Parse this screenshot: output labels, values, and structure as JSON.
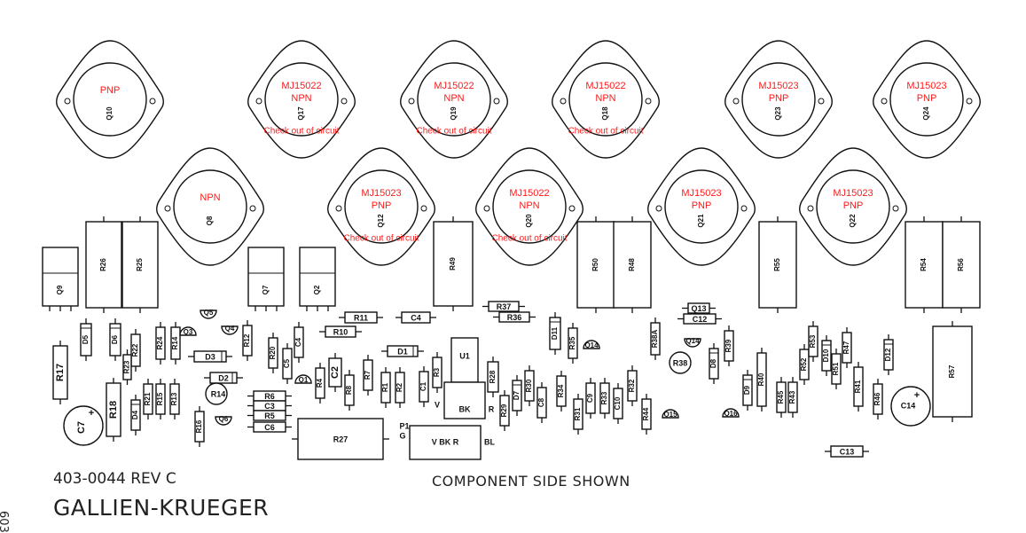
{
  "transistors": [
    {
      "ref": "Q10",
      "type": "PNP",
      "part": "",
      "note": ""
    },
    {
      "ref": "Q8",
      "type": "NPN",
      "part": "",
      "note": ""
    },
    {
      "ref": "Q17",
      "type": "NPN",
      "part": "MJ15022",
      "note": "Check out of circuit"
    },
    {
      "ref": "Q12",
      "type": "PNP",
      "part": "MJ15023",
      "note": "Check out of circuit"
    },
    {
      "ref": "Q19",
      "type": "NPN",
      "part": "MJ15022",
      "note": "Check out of circuit"
    },
    {
      "ref": "Q20",
      "type": "NPN",
      "part": "MJ15022",
      "note": "Check out of circuit"
    },
    {
      "ref": "Q18",
      "type": "NPN",
      "part": "MJ15022",
      "note": "Check out of circuit"
    },
    {
      "ref": "Q21",
      "type": "PNP",
      "part": "MJ15023",
      "note": ""
    },
    {
      "ref": "Q23",
      "type": "PNP",
      "part": "MJ15023",
      "note": ""
    },
    {
      "ref": "Q22",
      "type": "PNP",
      "part": "MJ15023",
      "note": ""
    },
    {
      "ref": "Q24",
      "type": "PNP",
      "part": "MJ15023",
      "note": ""
    }
  ],
  "tall_resistors": [
    "R26",
    "R25",
    "R49",
    "R50",
    "R48",
    "R55",
    "R54",
    "R56",
    "R57"
  ],
  "heatsink_devices": [
    "Q9",
    "Q7",
    "Q2"
  ],
  "horizontal_parts": [
    "R11",
    "C4",
    "R10",
    "D3",
    "D2",
    "R6",
    "C3",
    "R5",
    "C6",
    "D1",
    "R37",
    "R36",
    "C12",
    "Q13",
    "C13",
    "R27"
  ],
  "vertical_parts": [
    "D5",
    "D6",
    "R22",
    "R23",
    "R24",
    "R14",
    "R12",
    "R20",
    "C5",
    "C4",
    "R4",
    "C2",
    "R8",
    "R7",
    "R1",
    "R2",
    "C1",
    "R3",
    "R28",
    "R29",
    "D7",
    "R30",
    "C8",
    "D11",
    "R35",
    "R34",
    "C9",
    "R33",
    "R31",
    "C10",
    "R32",
    "R44",
    "R38A",
    "D8",
    "R39",
    "D9",
    "R40",
    "R52",
    "R53",
    "D10",
    "R51",
    "R47",
    "R41",
    "R46",
    "D12",
    "R45",
    "R43",
    "R17",
    "R18",
    "D4",
    "R21",
    "R15",
    "R13",
    "R16"
  ],
  "small_transistors": [
    "Q5",
    "Q4",
    "Q3",
    "Q6",
    "Q1",
    "Q14",
    "Q14",
    "Q15",
    "Q16"
  ],
  "other_parts": {
    "r14": "R14",
    "r38": "R38",
    "c7": "C7",
    "c14": "C14",
    "u1": "U1"
  },
  "connectors": {
    "bk": "BK",
    "v": "V",
    "r": "R",
    "p1": "P1",
    "g": "G",
    "row": "V  BK  R",
    "bl": "BL"
  },
  "footer": {
    "part_number": "403-0044 REV C",
    "side": "COMPONENT SIDE SHOWN",
    "maker": "GALLIEN-KRUEGER",
    "page": "603"
  },
  "colors": {
    "annotation": "#ff1a1a",
    "ink": "#111111"
  }
}
